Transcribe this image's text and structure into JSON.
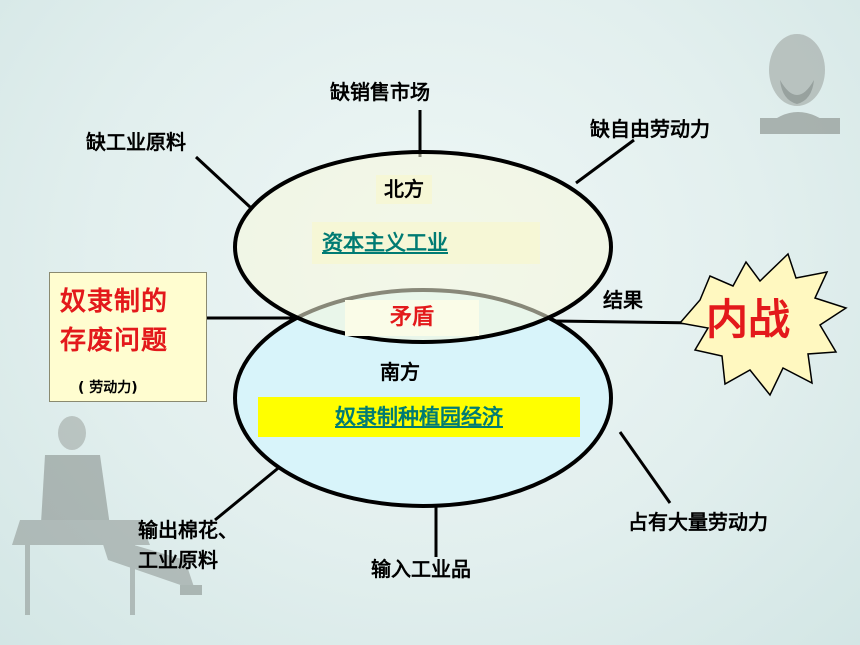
{
  "north": {
    "title": "北方",
    "economy": "资本主义工业"
  },
  "south": {
    "title": "南方",
    "economy": "奴隶制种植园经济"
  },
  "conflict": "矛盾",
  "result_label": "结果",
  "result": "内战",
  "north_problems": {
    "market": "缺销售市场",
    "raw_materials": "缺工业原料",
    "labor": "缺自由劳动力"
  },
  "south_traits": {
    "export": [
      "输出棉花、",
      "工业原料"
    ],
    "import": "输入工业品",
    "labor": "占有大量劳动力"
  },
  "slavery_issue": {
    "title_lines": [
      "奴隶制的",
      "存废问题"
    ],
    "note": "( 劳动力)"
  },
  "colors": {
    "north_fill": "#f7f8dc",
    "south_fill": "#d8f4fa",
    "accent_red": "#e3191b",
    "link_teal": "#007b73",
    "burst_fill": "#fff8c0"
  }
}
